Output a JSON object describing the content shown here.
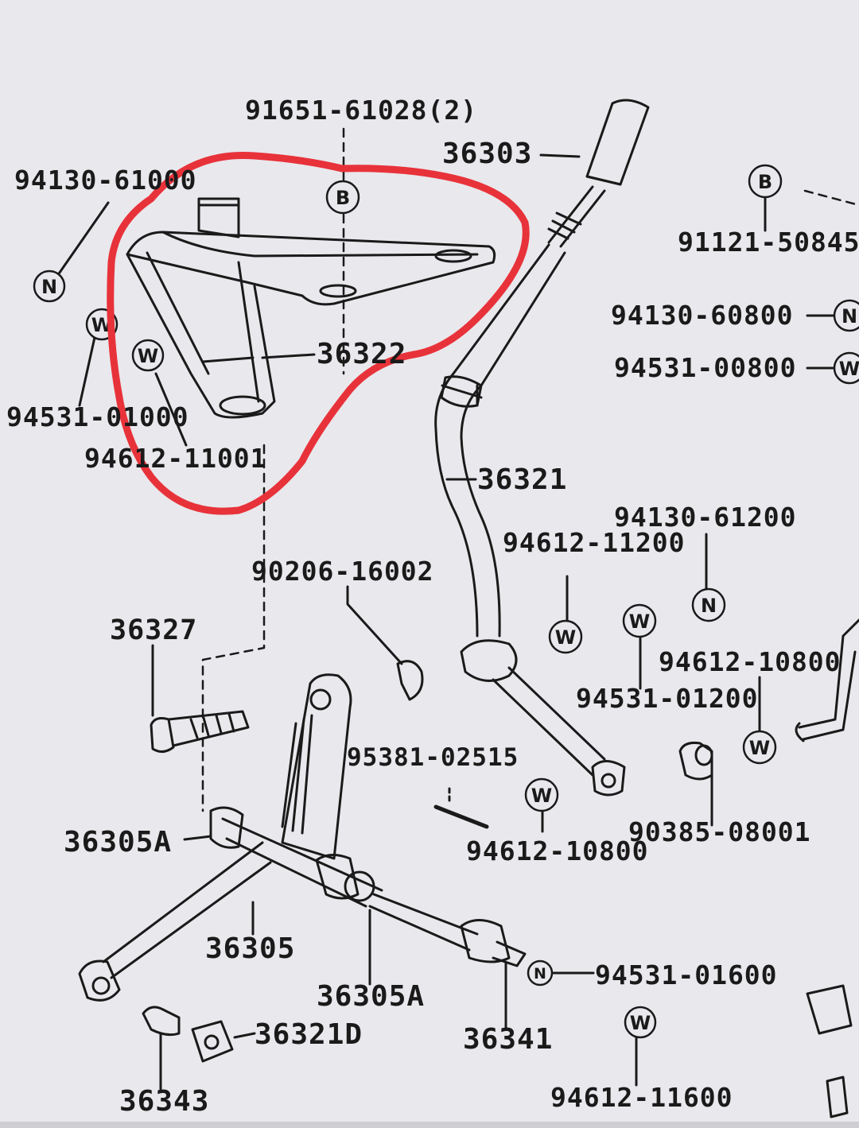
{
  "labels": {
    "p91651": "91651-61028(2)",
    "p36303": "36303",
    "p94130_61000": "94130-61000",
    "p91121": "91121-50845",
    "p94130_60800": "94130-60800",
    "p94531_00800": "94531-00800",
    "p36322": "36322",
    "p94531_01000": "94531-01000",
    "p94612_11001": "94612-11001",
    "p36321": "36321",
    "p94130_61200": "94130-61200",
    "p94612_11200": "94612-11200",
    "p90206": "90206-16002",
    "p36327": "36327",
    "p94612_10800a": "94612-10800",
    "p94531_01200": "94531-01200",
    "p95381": "95381-02515",
    "p90385": "90385-08001",
    "p36305A_1": "36305A",
    "p94612_10800b": "94612-10800",
    "p36305": "36305",
    "p36305A_2": "36305A",
    "p94531_01600": "94531-01600",
    "p36321D": "36321D",
    "p36341": "36341",
    "p36343": "36343",
    "p94612_11600": "94612-11600"
  },
  "symbols": {
    "N": "N",
    "W": "W",
    "B": "B"
  },
  "annotation": {
    "color": "#e8323a",
    "description_target": "36322"
  },
  "colors": {
    "background": "#e9e8ec",
    "line": "#1a1a1a"
  }
}
